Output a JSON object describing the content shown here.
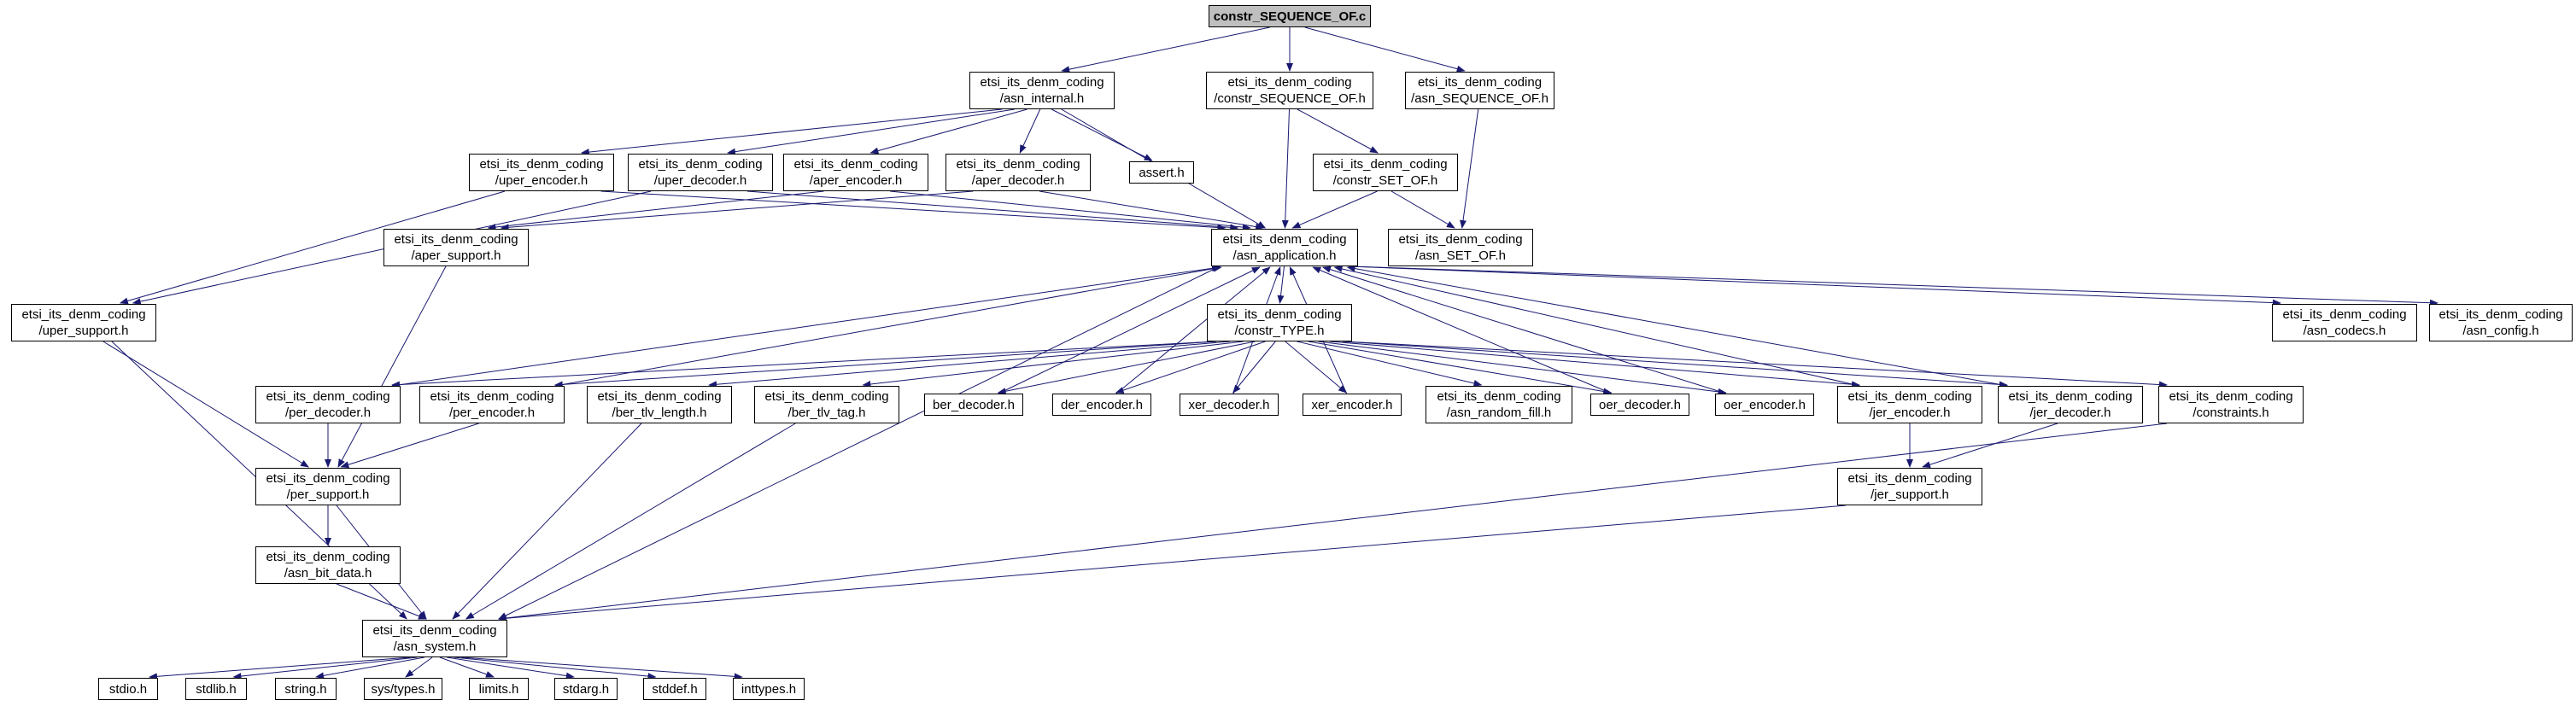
{
  "diagram": {
    "kind": "doxygen-include-dependency-graph",
    "root_file": "constr_SEQUENCE_OF.c",
    "edge_color": "#191970",
    "node_border_color": "#000000",
    "node_fill": "#ffffff",
    "root_fill": "#bfbfbf",
    "background": "#ffffff"
  },
  "nodes": {
    "root": {
      "label": "constr_SEQUENCE_OF.c"
    },
    "asn_internal": {
      "label": "etsi_its_denm_coding\n/asn_internal.h"
    },
    "constr_SEQUENCE_OF_h": {
      "label": "etsi_its_denm_coding\n/constr_SEQUENCE_OF.h"
    },
    "asn_SEQUENCE_OF_h": {
      "label": "etsi_its_denm_coding\n/asn_SEQUENCE_OF.h"
    },
    "uper_encoder": {
      "label": "etsi_its_denm_coding\n/uper_encoder.h"
    },
    "uper_decoder": {
      "label": "etsi_its_denm_coding\n/uper_decoder.h"
    },
    "aper_encoder": {
      "label": "etsi_its_denm_coding\n/aper_encoder.h"
    },
    "aper_decoder": {
      "label": "etsi_its_denm_coding\n/aper_decoder.h"
    },
    "assert_h": {
      "label": "assert.h"
    },
    "constr_SET_OF": {
      "label": "etsi_its_denm_coding\n/constr_SET_OF.h"
    },
    "aper_support": {
      "label": "etsi_its_denm_coding\n/aper_support.h"
    },
    "asn_application": {
      "label": "etsi_its_denm_coding\n/asn_application.h"
    },
    "asn_SET_OF": {
      "label": "etsi_its_denm_coding\n/asn_SET_OF.h"
    },
    "uper_support": {
      "label": "etsi_its_denm_coding\n/uper_support.h"
    },
    "constr_TYPE": {
      "label": "etsi_its_denm_coding\n/constr_TYPE.h"
    },
    "asn_codecs": {
      "label": "etsi_its_denm_coding\n/asn_codecs.h"
    },
    "asn_config": {
      "label": "etsi_its_denm_coding\n/asn_config.h"
    },
    "per_decoder": {
      "label": "etsi_its_denm_coding\n/per_decoder.h"
    },
    "per_encoder": {
      "label": "etsi_its_denm_coding\n/per_encoder.h"
    },
    "ber_tlv_length": {
      "label": "etsi_its_denm_coding\n/ber_tlv_length.h"
    },
    "ber_tlv_tag": {
      "label": "etsi_its_denm_coding\n/ber_tlv_tag.h"
    },
    "ber_decoder": {
      "label": "ber_decoder.h"
    },
    "der_encoder": {
      "label": "der_encoder.h"
    },
    "xer_decoder": {
      "label": "xer_decoder.h"
    },
    "xer_encoder": {
      "label": "xer_encoder.h"
    },
    "asn_random_fill": {
      "label": "etsi_its_denm_coding\n/asn_random_fill.h"
    },
    "oer_decoder": {
      "label": "oer_decoder.h"
    },
    "oer_encoder": {
      "label": "oer_encoder.h"
    },
    "jer_encoder": {
      "label": "etsi_its_denm_coding\n/jer_encoder.h"
    },
    "jer_decoder": {
      "label": "etsi_its_denm_coding\n/jer_decoder.h"
    },
    "constraints": {
      "label": "etsi_its_denm_coding\n/constraints.h"
    },
    "per_support": {
      "label": "etsi_its_denm_coding\n/per_support.h"
    },
    "jer_support": {
      "label": "etsi_its_denm_coding\n/jer_support.h"
    },
    "asn_bit_data": {
      "label": "etsi_its_denm_coding\n/asn_bit_data.h"
    },
    "asn_system": {
      "label": "etsi_its_denm_coding\n/asn_system.h"
    },
    "stdio": {
      "label": "stdio.h"
    },
    "stdlib": {
      "label": "stdlib.h"
    },
    "string": {
      "label": "string.h"
    },
    "sys_types": {
      "label": "sys/types.h"
    },
    "limits": {
      "label": "limits.h"
    },
    "stdarg": {
      "label": "stdarg.h"
    },
    "stddef": {
      "label": "stddef.h"
    },
    "inttypes": {
      "label": "inttypes.h"
    }
  },
  "edges": [
    [
      "root",
      "asn_internal"
    ],
    [
      "root",
      "constr_SEQUENCE_OF_h"
    ],
    [
      "root",
      "asn_SEQUENCE_OF_h"
    ],
    [
      "asn_internal",
      "uper_encoder"
    ],
    [
      "asn_internal",
      "uper_decoder"
    ],
    [
      "asn_internal",
      "aper_encoder"
    ],
    [
      "asn_internal",
      "aper_decoder"
    ],
    [
      "asn_internal",
      "assert_h"
    ],
    [
      "asn_internal",
      "asn_application"
    ],
    [
      "constr_SEQUENCE_OF_h",
      "constr_SET_OF"
    ],
    [
      "constr_SEQUENCE_OF_h",
      "asn_application"
    ],
    [
      "asn_SEQUENCE_OF_h",
      "asn_SET_OF"
    ],
    [
      "constr_SET_OF",
      "asn_application"
    ],
    [
      "constr_SET_OF",
      "asn_SET_OF"
    ],
    [
      "uper_encoder",
      "asn_application"
    ],
    [
      "uper_encoder",
      "uper_support"
    ],
    [
      "uper_decoder",
      "asn_application"
    ],
    [
      "uper_decoder",
      "uper_support"
    ],
    [
      "aper_encoder",
      "asn_application"
    ],
    [
      "aper_encoder",
      "aper_support"
    ],
    [
      "aper_decoder",
      "asn_application"
    ],
    [
      "aper_decoder",
      "aper_support"
    ],
    [
      "aper_support",
      "per_support"
    ],
    [
      "uper_support",
      "per_support"
    ],
    [
      "uper_support",
      "asn_system"
    ],
    [
      "asn_application",
      "constr_TYPE"
    ],
    [
      "asn_application",
      "asn_codecs"
    ],
    [
      "asn_application",
      "asn_config"
    ],
    [
      "asn_application",
      "asn_system"
    ],
    [
      "constr_TYPE",
      "per_decoder"
    ],
    [
      "constr_TYPE",
      "per_encoder"
    ],
    [
      "constr_TYPE",
      "ber_tlv_length"
    ],
    [
      "constr_TYPE",
      "ber_tlv_tag"
    ],
    [
      "constr_TYPE",
      "ber_decoder"
    ],
    [
      "constr_TYPE",
      "der_encoder"
    ],
    [
      "constr_TYPE",
      "xer_decoder"
    ],
    [
      "constr_TYPE",
      "xer_encoder"
    ],
    [
      "constr_TYPE",
      "asn_random_fill"
    ],
    [
      "constr_TYPE",
      "oer_decoder"
    ],
    [
      "constr_TYPE",
      "oer_encoder"
    ],
    [
      "constr_TYPE",
      "jer_encoder"
    ],
    [
      "constr_TYPE",
      "jer_decoder"
    ],
    [
      "constr_TYPE",
      "constraints"
    ],
    [
      "per_decoder",
      "asn_application"
    ],
    [
      "per_decoder",
      "per_support"
    ],
    [
      "per_encoder",
      "asn_application"
    ],
    [
      "per_encoder",
      "per_support"
    ],
    [
      "ber_decoder",
      "asn_application"
    ],
    [
      "der_encoder",
      "asn_application"
    ],
    [
      "xer_decoder",
      "asn_application"
    ],
    [
      "xer_encoder",
      "asn_application"
    ],
    [
      "oer_decoder",
      "asn_application"
    ],
    [
      "oer_encoder",
      "asn_application"
    ],
    [
      "jer_encoder",
      "asn_application"
    ],
    [
      "jer_decoder",
      "asn_application"
    ],
    [
      "jer_encoder",
      "jer_support"
    ],
    [
      "jer_decoder",
      "jer_support"
    ],
    [
      "jer_support",
      "asn_system"
    ],
    [
      "constraints",
      "asn_system"
    ],
    [
      "ber_tlv_length",
      "asn_system"
    ],
    [
      "ber_tlv_tag",
      "asn_system"
    ],
    [
      "per_support",
      "asn_bit_data"
    ],
    [
      "per_support",
      "asn_system"
    ],
    [
      "asn_bit_data",
      "asn_system"
    ],
    [
      "asn_system",
      "stdio"
    ],
    [
      "asn_system",
      "stdlib"
    ],
    [
      "asn_system",
      "string"
    ],
    [
      "asn_system",
      "sys_types"
    ],
    [
      "asn_system",
      "limits"
    ],
    [
      "asn_system",
      "stdarg"
    ],
    [
      "asn_system",
      "stddef"
    ],
    [
      "asn_system",
      "inttypes"
    ]
  ]
}
